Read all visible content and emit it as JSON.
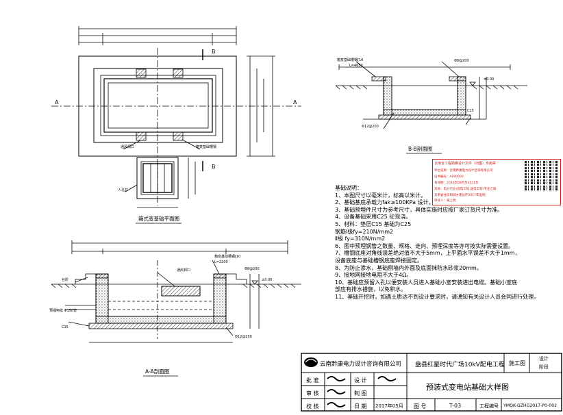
{
  "plan": {
    "title": "箱式变基础平面图",
    "label_vent_hole": "通风洞口",
    "label_channel": "箱变基础槽钢",
    "label_manhole": "人孔井",
    "mark_b": "B",
    "mark_a": "A"
  },
  "section_bb": {
    "title": "B-B剖面图",
    "label_channel": "箱变基础槽钢[10",
    "label_length": "L=4650",
    "label_rebar_top": "Φ8@200",
    "label_rebar_bottom": "Φ12@200",
    "label_elev": "±0.00",
    "label_c15": "C15"
  },
  "section_aa": {
    "title": "A-A剖面图",
    "label_channel": "箱变基础槽钢[10",
    "label_length": "L=2200",
    "label_vent": "通风洞口",
    "label_platform": "台阶",
    "label_cable": "预埋电缆 Φ150管",
    "label_rebar_top": "Φ8@200",
    "label_rebar_bottom": "Φ12@200",
    "label_elev": "±0.00",
    "label_c15": "C15"
  },
  "notes": {
    "heading": "基础说明：",
    "items": [
      "1、本图尺寸以毫米计，标高以米计。",
      "2、基础基底承载力fak≥100KPa 设计。",
      "3、基础预埋件尺寸为参考尺寸，具体实施时应按厂家订货尺寸为准。",
      "4、设备基础采用C25 砼现浇。",
      "5、材料：垫层C15   基础为C25",
      "         钢筋Ⅰ级fy=210N/mm2",
      "              Ⅱ级 fy=310N/mm2",
      "6、图中预埋钢管之数量、规格、走向、预埋深度等亦可按实际需要设置。",
      "7、槽钢底座对角线误差绝对值不大于5mm，上平面水平误差不大于1mm，",
      "   设备底座与基础槽钢底座焊接固定。",
      "8、为防止渗水，基础侧墙内外面及底面抹防水砂浆20mm。",
      "9、接地网接地电阻不大于4Ω。",
      "10、基础应预留入孔以便安装人员进入基础小室安装进出电缆。基础小室底",
      "    部应有排水措施，以免积水。",
      "11、基础开挖时，如遇土质达不到设计要求时，请通知有关设计人员会同进行处理。"
    ]
  },
  "stamp": {
    "title": "云南省工程勘察设计文件（出图）专用章",
    "rows": [
      "单位名称：云南黔康电力设计咨询有限公司",
      "证书编号：A000000",
      "有效期：2016年08月至2021年",
      "资质：电力行业(变电工程,送电工程)专业乙级",
      "云南省住房和城乡建设厅2017年监制",
      "审核人：黄上明"
    ]
  },
  "title_block": {
    "company": "云南黔康电力设计咨询有限公司",
    "project": "盘县红星时代广场10kV配电工程",
    "stage_value": "施工图",
    "stage_label_1": "设计",
    "stage_label_2": "阶段",
    "row1_left": "批 准",
    "row1_mid": "设 计",
    "row2_left": "审 核",
    "row2_mid": "制 图",
    "row3_left": "校 核",
    "row3_mid": "日 期",
    "date": "2017年05月",
    "drawing_title": "预装式变电站基础大样图",
    "fig_no_label": "图 号",
    "fig_no": "T-03",
    "proj_no_label": "工程编号",
    "proj_no": "YMQK-GZHG2017-P0-002"
  }
}
